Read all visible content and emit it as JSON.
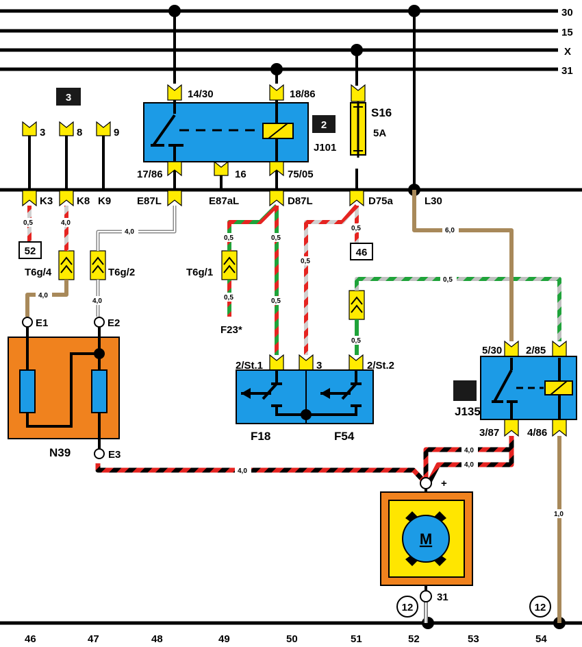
{
  "bus_labels": [
    "30",
    "15",
    "X",
    "31"
  ],
  "column_numbers": [
    "46",
    "47",
    "48",
    "49",
    "50",
    "51",
    "52",
    "53",
    "54"
  ],
  "section_badges": [
    "3",
    "2"
  ],
  "relay_j101": {
    "name": "J101",
    "pin_14_30": "14/30",
    "pin_18_86": "18/86",
    "pin_17_86": "17/86",
    "pin_16": "16",
    "pin_75_05": "75/05"
  },
  "fuse": {
    "name": "S16",
    "rating": "5A"
  },
  "top_connectors": [
    "3",
    "8",
    "9"
  ],
  "harness_labels": {
    "k3": "K3",
    "k8": "K8",
    "k9": "K9",
    "e87l": "E87L",
    "e87al": "E87aL",
    "d87l": "D87L",
    "d75a": "D75a",
    "l30": "L30"
  },
  "ref_boxes": [
    "52",
    "46"
  ],
  "connector_labels": {
    "t6g4": "T6g/4",
    "t6g2": "T6g/2",
    "t6g1": "T6g/1",
    "f23": "F23*"
  },
  "n39": {
    "name": "N39",
    "e1": "E1",
    "e2": "E2",
    "e3": "E3"
  },
  "switches": {
    "f18": "F18",
    "f54": "F54",
    "pin_st1": "2/St.1",
    "pin_3": "3",
    "pin_st2": "2/St.2"
  },
  "relay_j135": {
    "name": "J135",
    "pin_5_30": "5/30",
    "pin_2_85": "2/85",
    "pin_3_87": "3/87",
    "pin_4_86": "4/86"
  },
  "motor": {
    "symbol": "M",
    "plus": "+",
    "ground_pin": "31"
  },
  "ground_refs": [
    "12",
    "12"
  ],
  "wire_sizes": {
    "w1": "0,5",
    "w2": "4,0",
    "w3": "4,0",
    "w4": "0,5",
    "w5": "0,5",
    "w6": "0,5",
    "w7": "0,5",
    "w8": "6,0",
    "w9": "4,0",
    "w10": "4,0",
    "w11": "0,5",
    "w12": "0,5",
    "w13": "0,5",
    "w14": "0,5",
    "w15": "4,0",
    "w16": "4,0",
    "w17": "4,0",
    "w18": "1,0"
  },
  "colors": {
    "relay_blue": "#1c9be6",
    "connector_yellow": "#ffeb00",
    "housing_orange": "#f0821e",
    "wire_red": "#e52421",
    "wire_green": "#1fa33a",
    "wire_brown": "#a8895a",
    "wire_grey": "#c8c8c8"
  }
}
